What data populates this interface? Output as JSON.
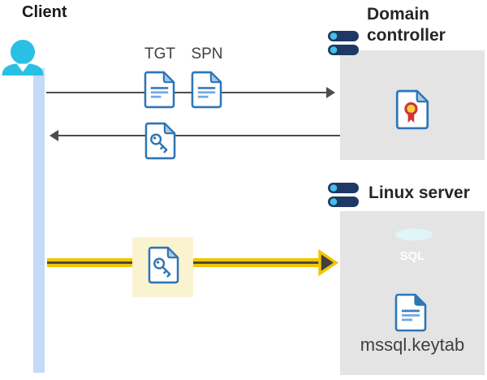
{
  "client": {
    "label": "Client"
  },
  "domain_controller": {
    "label": "Domain controller"
  },
  "linux_server": {
    "label": "Linux server",
    "sql_badge": "SQL",
    "keytab_label": "mssql.keytab"
  },
  "tickets": {
    "tgt_label": "TGT",
    "spn_label": "SPN"
  },
  "icons": {
    "client_computer_icon": "monitor with user silhouette",
    "server_icon": "server tower with two indicator switches",
    "document_icon": "document with text lines",
    "key_document_icon": "document with key (Kerberos ticket)",
    "certificate_document_icon": "document with ribbon seal",
    "sql_database_icon": "SQL database cylinder",
    "keytab_document_icon": "document with text lines"
  },
  "colors": {
    "accent_yellow": "#f2c500",
    "highlight_cream": "#faf3cf",
    "doc_blue": "#2e75b6",
    "doc_fold_light": "#a8c8e8",
    "timeline_blue": "#c3dbf7",
    "box_gray": "#e4e4e4",
    "arrow_gray": "#4d4d4d",
    "server_navy": "#1f3864",
    "indicator_cyan": "#45c1e8",
    "sql_blue": "#1266b1",
    "medal_yellow": "#ffd23e",
    "ribbon_red": "#d13438",
    "person_cyan": "#2ac0e4",
    "text_dark": "#262626"
  }
}
